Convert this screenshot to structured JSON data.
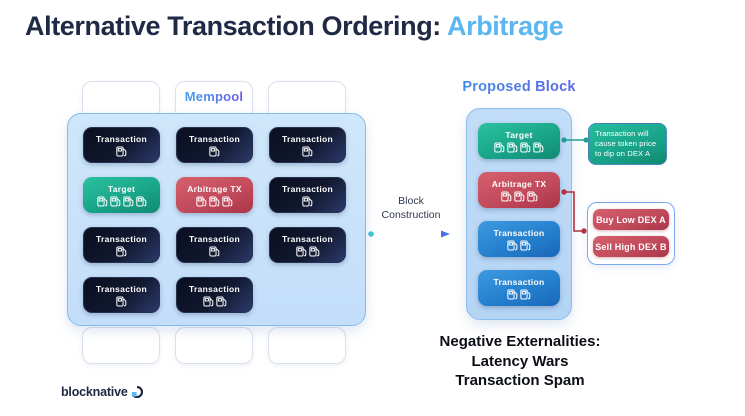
{
  "title": {
    "main": "Alternative Transaction Ordering: ",
    "highlight": "Arbitrage"
  },
  "mempool": {
    "label": "Mempool",
    "cards": [
      {
        "label": "Transaction",
        "variant": "dark",
        "gas": 1
      },
      {
        "label": "Transaction",
        "variant": "dark",
        "gas": 1
      },
      {
        "label": "Transaction",
        "variant": "dark",
        "gas": 1
      },
      {
        "label": "Target",
        "variant": "green",
        "gas": 4
      },
      {
        "label": "Arbitrage TX",
        "variant": "red",
        "gas": 3
      },
      {
        "label": "Transaction",
        "variant": "dark",
        "gas": 1
      },
      {
        "label": "Transaction",
        "variant": "dark",
        "gas": 1
      },
      {
        "label": "Transaction",
        "variant": "dark",
        "gas": 1
      },
      {
        "label": "Transaction",
        "variant": "dark",
        "gas": 2
      },
      {
        "label": "Transaction",
        "variant": "dark",
        "gas": 1
      },
      {
        "label": "Transaction",
        "variant": "dark",
        "gas": 2
      }
    ]
  },
  "block_construction": {
    "line1": "Block",
    "line2": "Construction"
  },
  "proposed_block": {
    "label": "Proposed Block",
    "cards": [
      {
        "label": "Target",
        "variant": "green",
        "gas": 4
      },
      {
        "label": "Arbitrage TX",
        "variant": "red",
        "gas": 3
      },
      {
        "label": "Transaction",
        "variant": "blue",
        "gas": 2
      },
      {
        "label": "Transaction",
        "variant": "blue",
        "gas": 2
      }
    ]
  },
  "annotations": {
    "target_note": "Transaction will cause token price to dip on DEX A",
    "buy_label": "Buy Low DEX A",
    "sell_label": "Sell High DEX B"
  },
  "externalities": {
    "title": "Negative Externalities:",
    "line2": "Latency Wars",
    "line3": "Transaction Spam"
  },
  "footer": {
    "logo_text": "blocknative"
  },
  "colors": {
    "title_navy": "#202945",
    "title_highlight_blue": "#5cb6f0",
    "mempool_container_blue": "#c9e3f8",
    "dark_card": "#0c1226",
    "target_green": "#18a287",
    "arbitrage_red": "#c24b5c",
    "transaction_blue": "#2580ce",
    "connector_teal": "#1fa092",
    "connector_red": "#b53040",
    "dex_box_border_blue": "#7da9f0",
    "gradient_label_blue": "#41a0e8",
    "gradient_label_purple": "#6e5cea"
  }
}
